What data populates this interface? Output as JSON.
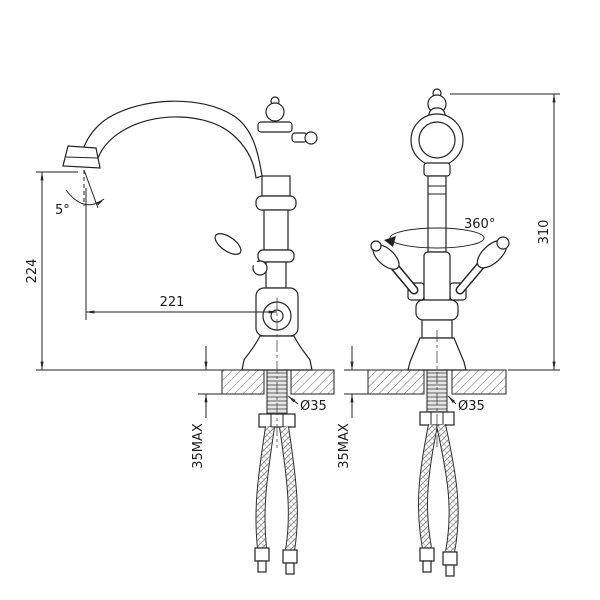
{
  "drawing": {
    "left_view": {
      "spout_angle_label": "5°",
      "height_label": "224",
      "reach_label": "221",
      "deck_thickness_label": "35MAX",
      "hole_diameter_label": "Ø35"
    },
    "right_view": {
      "swivel_label": "360°",
      "height_label": "310",
      "deck_thickness_label": "35MAX",
      "hole_diameter_label": "Ø35"
    }
  }
}
